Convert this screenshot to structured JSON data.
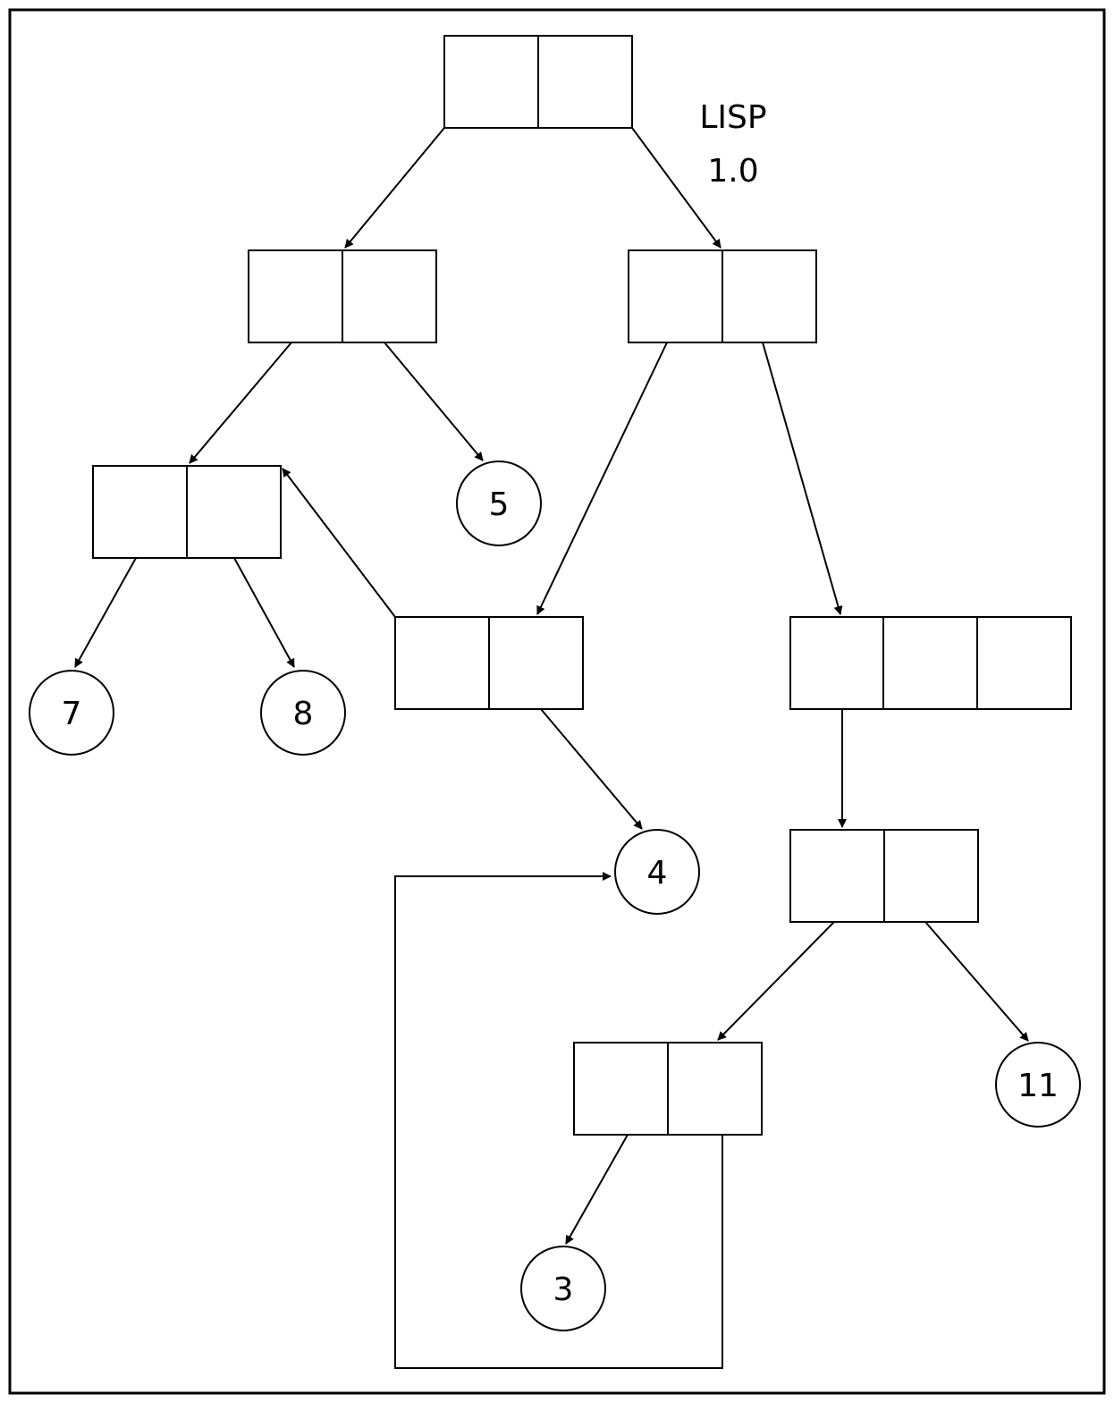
{
  "diagram": {
    "title_line1": "LISP",
    "title_line2": "1.0",
    "atoms": {
      "five": "5",
      "seven": "7",
      "eight": "8",
      "four": "4",
      "eleven": "11",
      "three": "3"
    },
    "stroke_color": "#000000",
    "background_color": "#ffffff"
  }
}
